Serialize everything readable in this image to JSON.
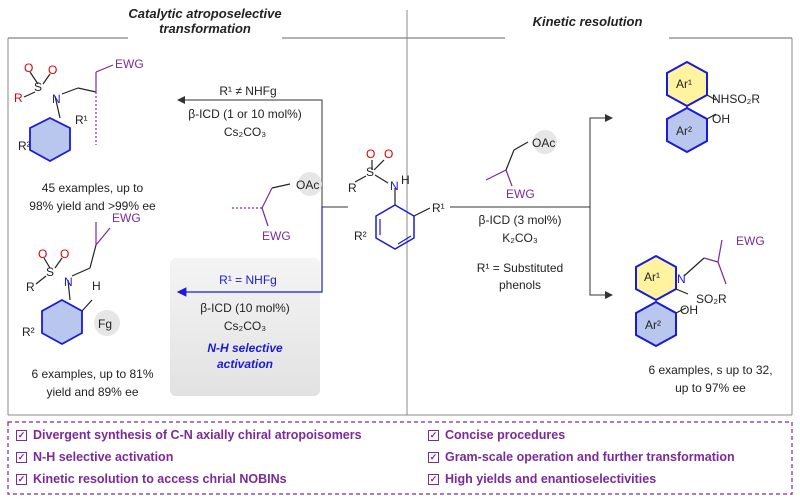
{
  "headers": {
    "left": "Catalytic atroposelective transformation",
    "right": "Kinetic resolution"
  },
  "top_branch": {
    "condition": "R¹ ≠ NHFg",
    "catalyst": "β-ICD (1 or 10 mol%)",
    "base": "Cs₂CO₃",
    "reagent_labels": [
      "OAc",
      "EWG"
    ]
  },
  "bottom_branch": {
    "condition": "R¹ = NHFg",
    "catalyst": "β-ICD (10 mol%)",
    "base": "Cs₂CO₃",
    "highlight_line1": "N-H selective",
    "highlight_line2": "activation"
  },
  "right_branch": {
    "reagent_labels": [
      "OAc",
      "EWG"
    ],
    "catalyst": "β-ICD (3 mol%)",
    "base": "K₂CO₃",
    "condition_line1": "R¹ = Substituted",
    "condition_line2": "phenols"
  },
  "results": {
    "top_left_line1": "45 examples, up to",
    "top_left_line2": "98% yield and >99% ee",
    "bottom_left_line1": "6 examples, up to 81%",
    "bottom_left_line2": "yield and 89% ee",
    "right_line1": "6 examples, s up to 32,",
    "right_line2": "up to 97% ee"
  },
  "structure_labels": {
    "center": [
      "R",
      "S",
      "O",
      "O",
      "N",
      "H",
      "R¹",
      "R²"
    ],
    "top_left": [
      "R",
      "S",
      "O",
      "O",
      "N",
      "EWG",
      "R¹",
      "R²"
    ],
    "bottom_left": [
      "R",
      "S",
      "O",
      "O",
      "N",
      "H",
      "EWG",
      "Fg",
      "R²"
    ],
    "top_right": [
      "Ar¹",
      "NHSO₂R",
      "OH",
      "Ar²"
    ],
    "bottom_right": [
      "Ar¹",
      "N",
      "EWG",
      "SO₂R",
      "OH",
      "Ar²"
    ]
  },
  "features": [
    "Divergent synthesis of C-N axially chiral atropoisomers",
    "N-H selective activation",
    "Kinetic resolution to access chrial NOBINs",
    "Concise procedures",
    "Gram-scale operation and further transformation",
    "High yields and enantioselectivities"
  ],
  "colors": {
    "accent_purple": "#7b2a9a",
    "blue": "#1a1adc",
    "red": "#e00000",
    "ring_blue": "#4a4adc"
  }
}
